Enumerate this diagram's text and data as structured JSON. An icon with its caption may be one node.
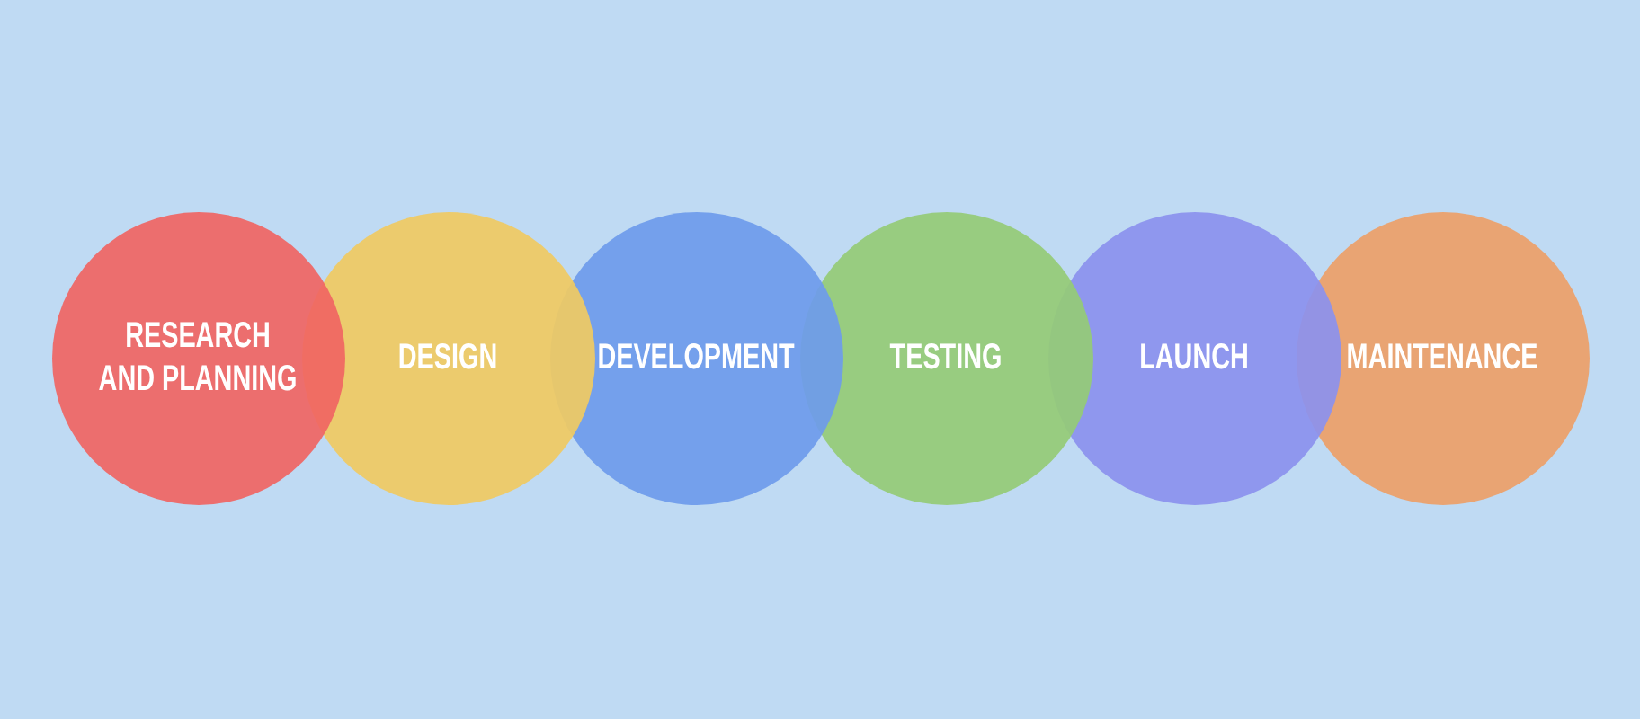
{
  "diagram": {
    "nodes": [
      {
        "text": [
          "RESEARCH AND PLANNING"
        ]
      },
      {
        "text": [
          "DESIGN"
        ]
      },
      {
        "text": [
          "DEVELOPMENT"
        ]
      },
      {
        "text": [
          "TESTING"
        ]
      },
      {
        "text": [
          "LAUNCH"
        ]
      },
      {
        "text": [
          "MAINTENANCE"
        ]
      }
    ]
  }
}
